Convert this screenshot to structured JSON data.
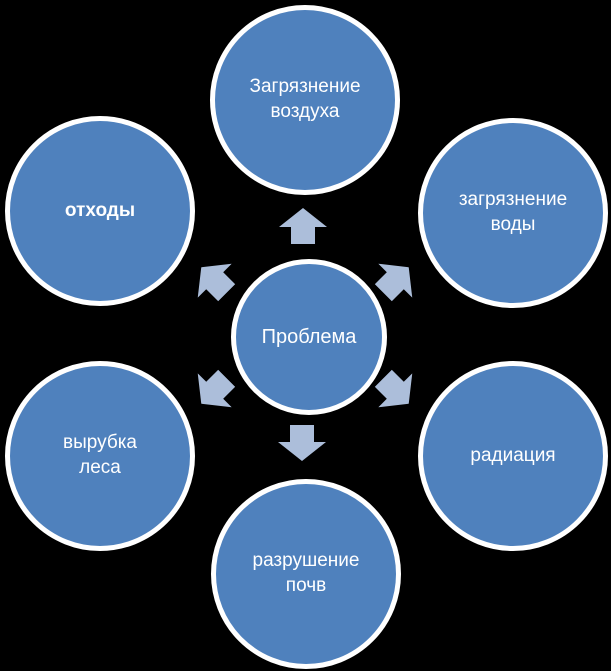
{
  "diagram": {
    "type": "radial-diagram",
    "colors": {
      "background": "#000000",
      "circle_fill": "#4F81BD",
      "circle_border": "#FFFFFF",
      "arrow_fill": "#ACBEDA",
      "text": "#FFFFFF"
    },
    "center": {
      "label": "Проблема"
    },
    "nodes": [
      {
        "position": "top",
        "label": "Загрязнение\nвоздуха"
      },
      {
        "position": "top-right",
        "label": "загрязнение\nводы"
      },
      {
        "position": "bottom-right",
        "label": "радиация"
      },
      {
        "position": "bottom",
        "label": "разрушение\nпочв"
      },
      {
        "position": "bottom-left",
        "label": "вырубка\nлеса"
      },
      {
        "position": "top-left",
        "label": "отходы"
      }
    ],
    "arrows": [
      {
        "direction": "up"
      },
      {
        "direction": "up-right"
      },
      {
        "direction": "down-right"
      },
      {
        "direction": "down"
      },
      {
        "direction": "down-left"
      },
      {
        "direction": "up-left"
      }
    ]
  }
}
